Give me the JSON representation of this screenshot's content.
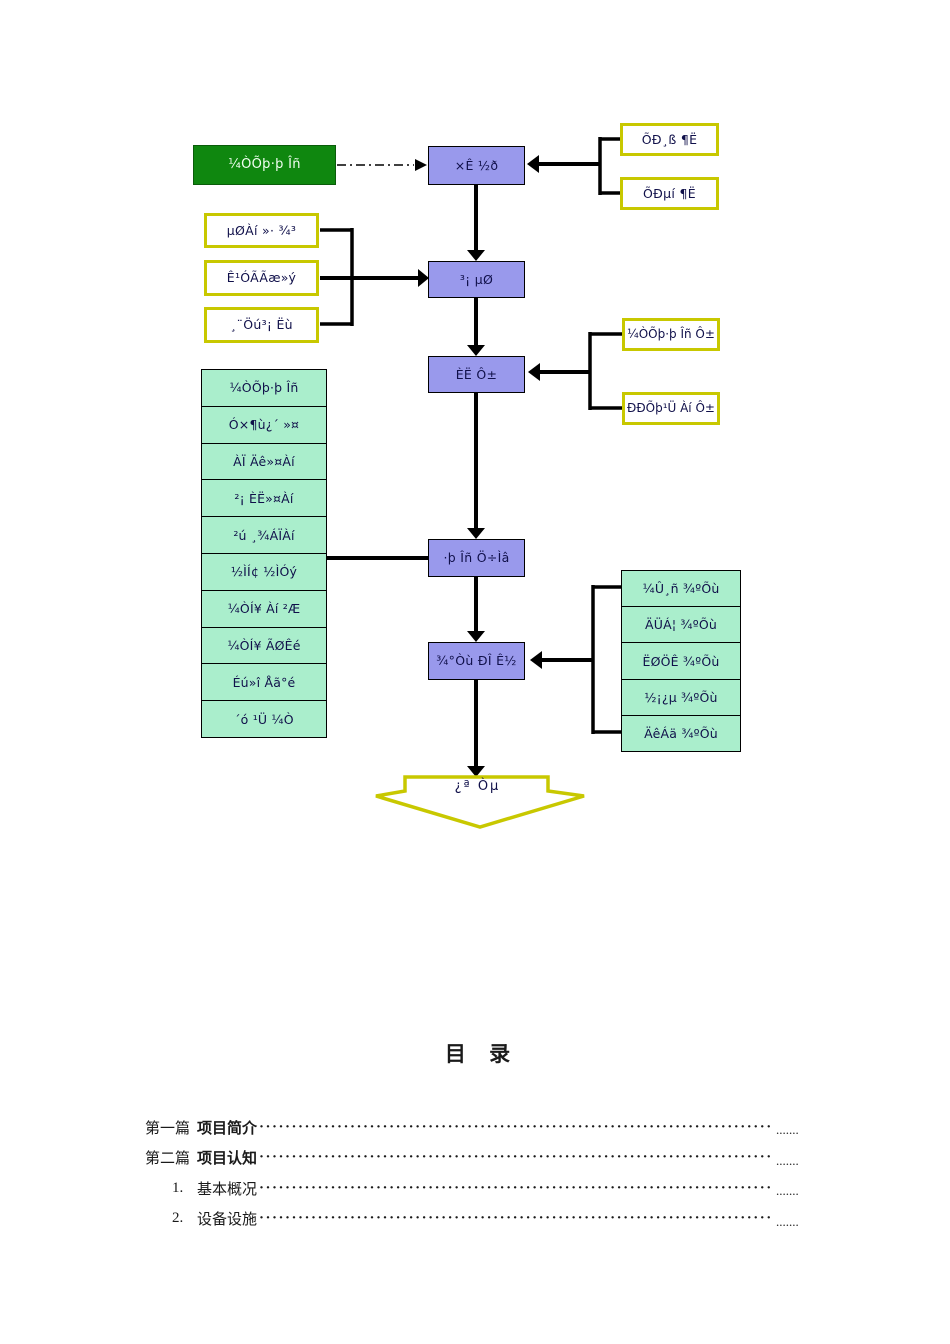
{
  "colors": {
    "purple": "#9999EC",
    "mint": "#AAEECC",
    "yellow": "#C8C800",
    "green": "#0F870F",
    "line": "#000000",
    "box_text": "#10104A",
    "toc_text": "#1A1A1A"
  },
  "flowchart": {
    "start_label": "¼ÒÕþ·þ Îñ",
    "main_boxes": [
      {
        "label": "×Ê ½ð"
      },
      {
        "label": "³¡ µØ"
      },
      {
        "label": "ÈË Ô±"
      },
      {
        "label": "·þ Îñ Ö÷Ìâ"
      },
      {
        "label": "¾°Òù ÐÎ Ê½"
      }
    ],
    "top_right_boxes": [
      {
        "label": "ÕÐ¸ß ¶Ë"
      },
      {
        "label": "ÕÐµí ¶Ë"
      }
    ],
    "left_boxes": [
      {
        "label": "µØÀí »· ¾³"
      },
      {
        "label": "Ê¹ÓÃÃæ»ý"
      },
      {
        "label": "¸¨Öú³¡ Ëù"
      }
    ],
    "right_boxes": [
      {
        "label": "¼ÒÕþ·þ Îñ Ô±"
      },
      {
        "label": "ÐÐÕþ¹Ü Àí Ô±"
      }
    ],
    "left_list": [
      "¼ÒÕþ·þ Îñ",
      "Ó×¶ù¿´ »¤",
      "ÀÏ Äê»¤Àí",
      "²¡ ÈË»¤Àí",
      "²ú ¸¾ÁÏÀí",
      "½ÌÍ¢ ½ÌÓý",
      "¼ÒÍ¥ Àí ²Æ",
      "¼ÒÍ¥ ÃØÊé",
      "Éú»î Åã°é",
      "´ó ¹Ü ¼Ò"
    ],
    "right_list": [
      "¼Û¸ñ ¾ºÕù",
      "ÄÜÁ¦ ¾ºÕù",
      "ËØÖÊ ¾ºÕù",
      "½¡¿µ ¾ºÕù",
      "ÄêÁä ¾ºÕù"
    ],
    "end_label": "¿ª    Òµ"
  },
  "toc": {
    "title": "目  录",
    "entries": [
      {
        "label": "第一篇",
        "title": "项目简介",
        "bold": true
      },
      {
        "label": "第二篇",
        "title": "项目认知",
        "bold": true
      },
      {
        "label": "1.",
        "title": "基本概况",
        "bold": false
      },
      {
        "label": "2.",
        "title": "设备设施",
        "bold": false
      }
    ],
    "leader": "························································································································································",
    "page_dots": "......."
  }
}
